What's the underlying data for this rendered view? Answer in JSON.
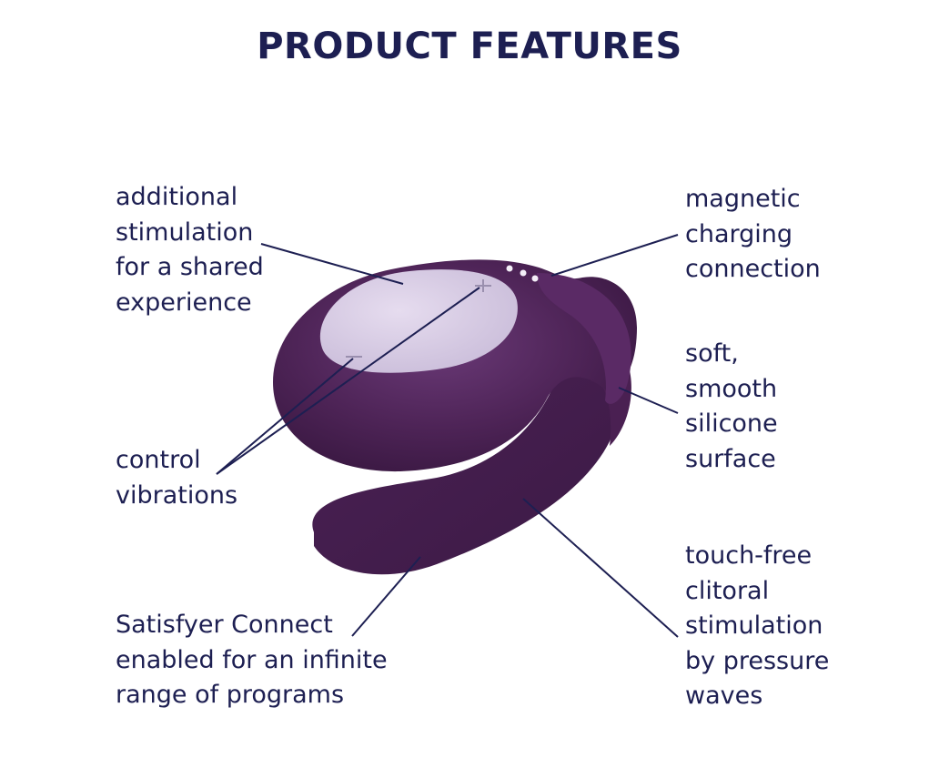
{
  "title": "PRODUCT FEATURES",
  "features": {
    "shared": "additional\nstimulation\nfor a shared\nexperience",
    "control": "control\nvibrations",
    "connect": "Satisfyer Connect\nenabled for an infinite\nrange of programs",
    "magnetic": "magnetic\ncharging\nconnection",
    "soft": "soft,\nsmooth\nsilicone\nsurface",
    "touchfree": "touch-free\nclitoral\nstimulation\nby pressure\nwaves"
  },
  "colors": {
    "text": "#1d1f52",
    "product_body": "#4e2457",
    "product_highlight": "#6b3a78",
    "product_shadow": "#3a1842",
    "panel": "#d9cfe6",
    "leader_line": "#1d1f52"
  },
  "icons": {
    "product": "product-illustration",
    "charging_contacts": "charging-contacts-icon",
    "plus_button": "plus-button-icon",
    "minus_button": "minus-button-icon"
  }
}
